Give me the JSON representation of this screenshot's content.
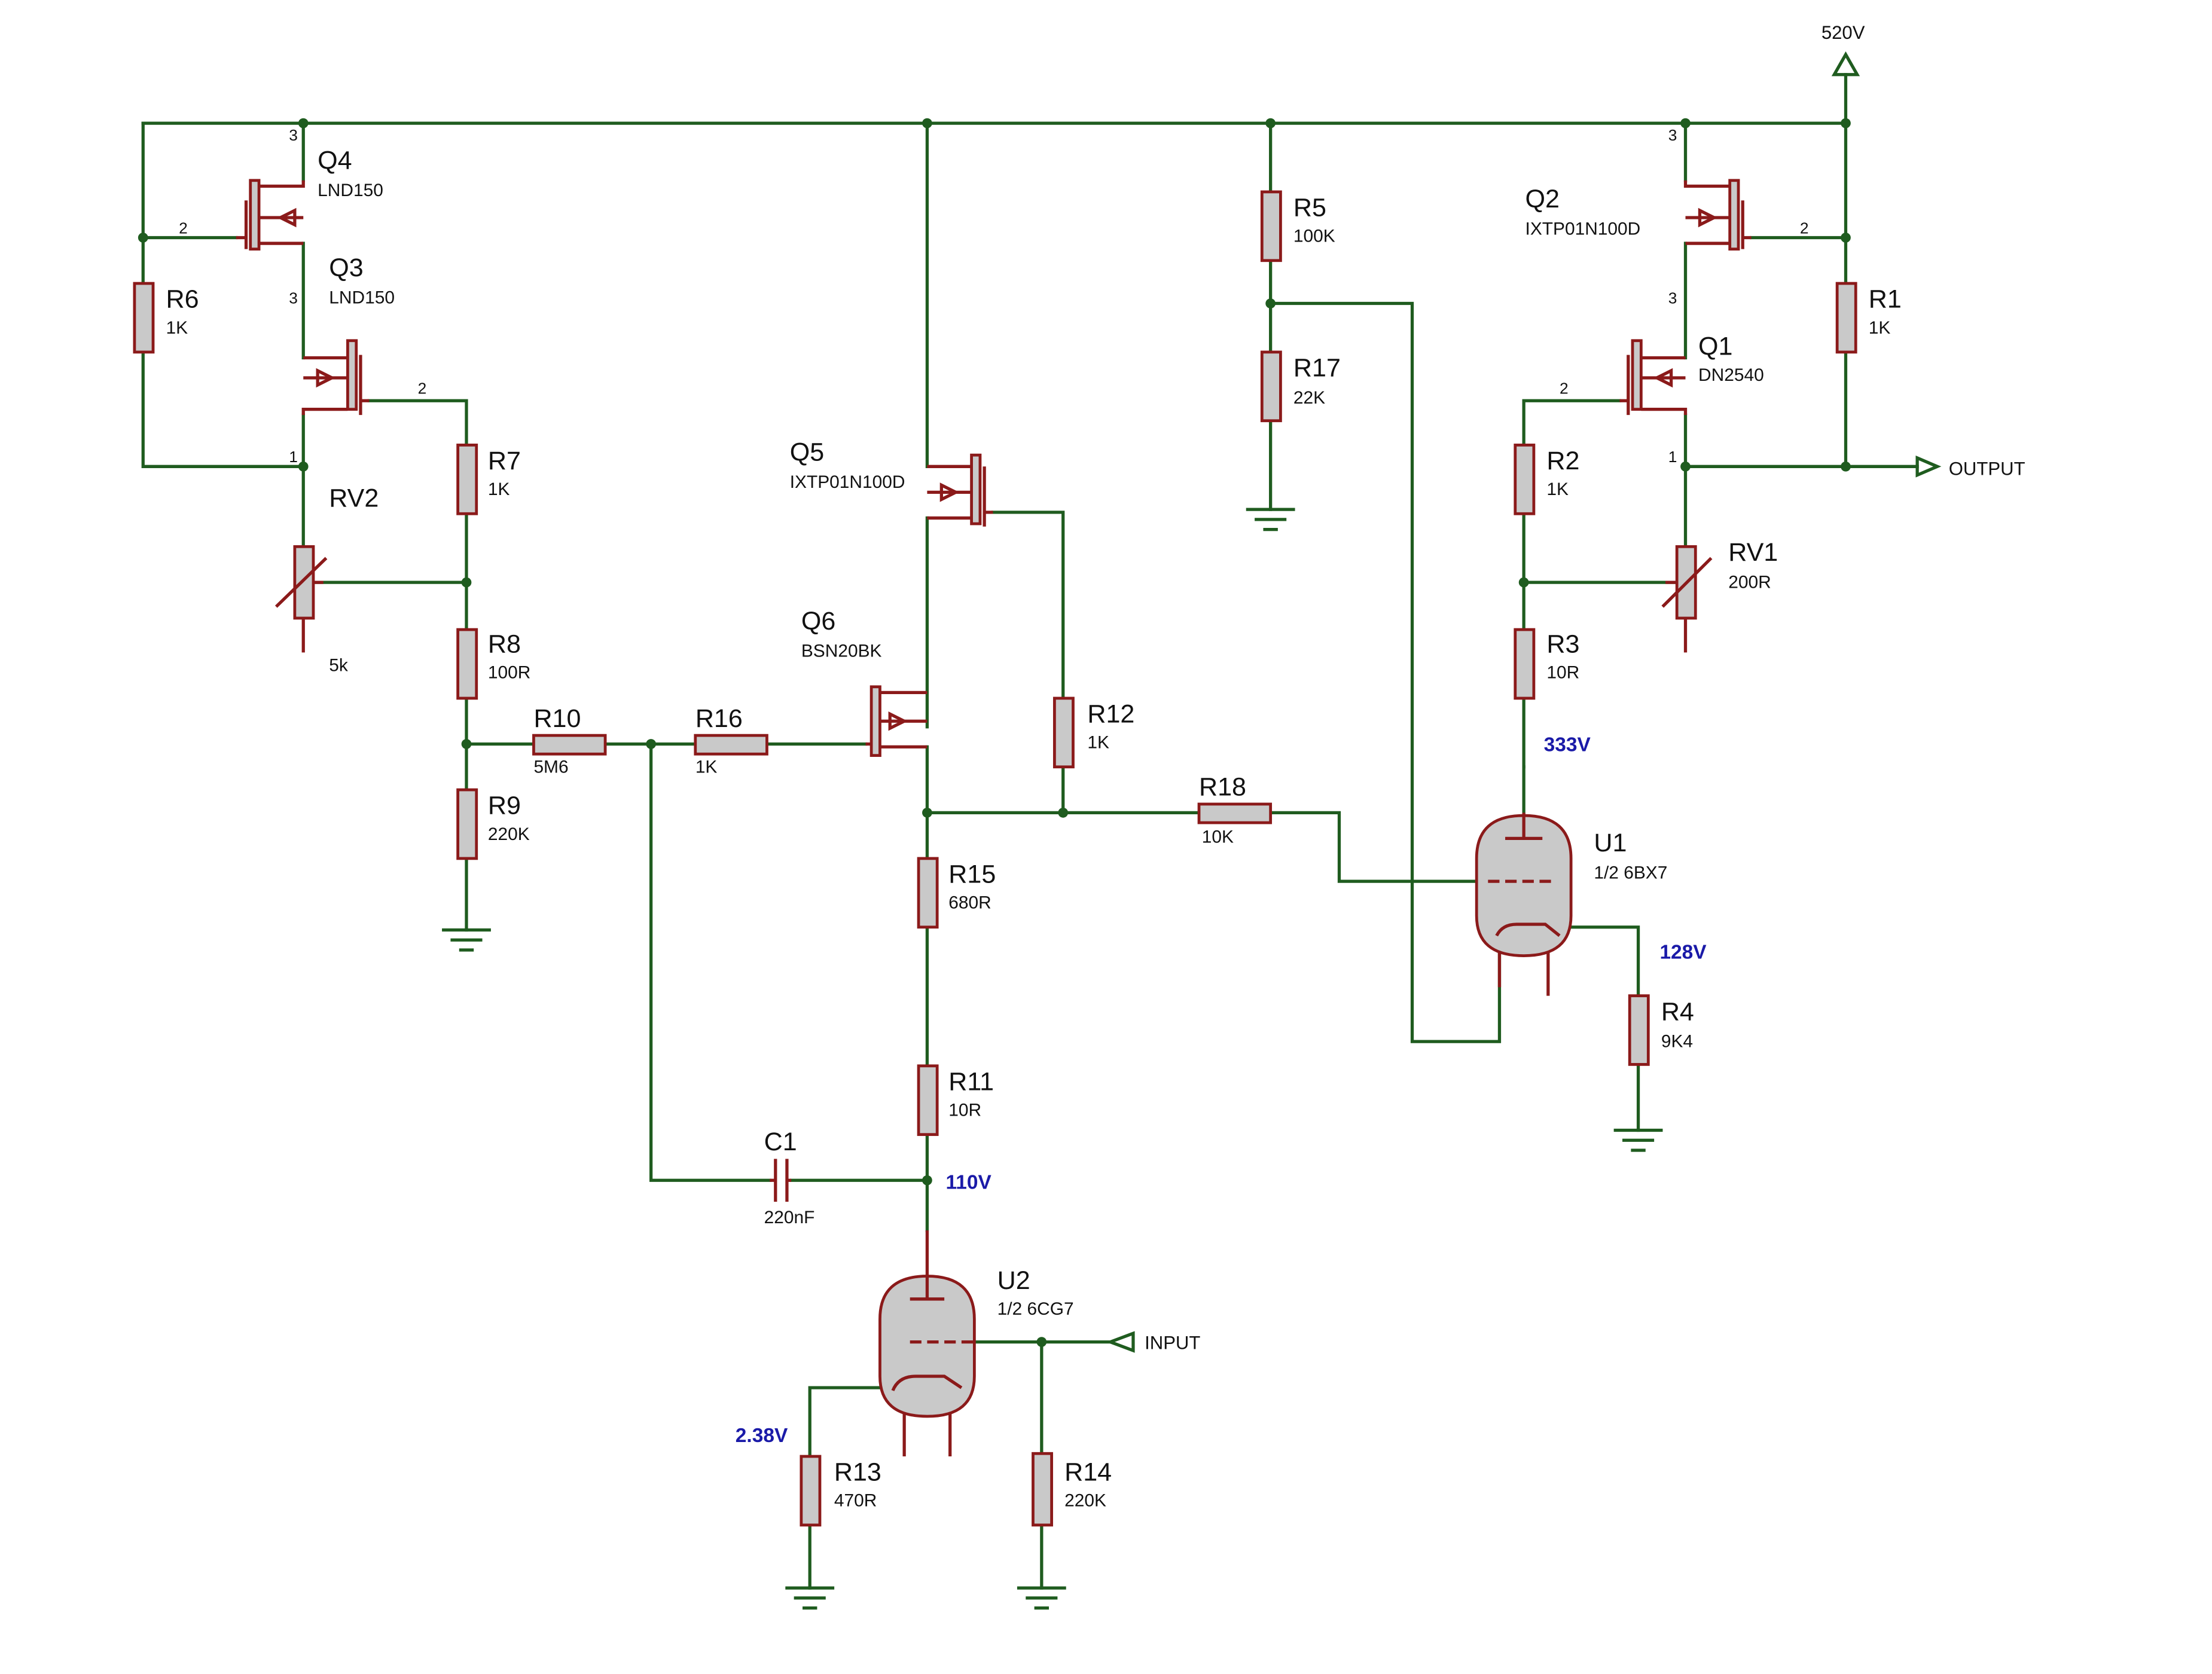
{
  "supply": {
    "label": "520V"
  },
  "ports": {
    "output": "OUTPUT",
    "input": "INPUT"
  },
  "components": {
    "Q4": {
      "ref": "Q4",
      "value": "LND150"
    },
    "Q3": {
      "ref": "Q3",
      "value": "LND150"
    },
    "Q5": {
      "ref": "Q5",
      "value": "IXTP01N100D"
    },
    "Q6": {
      "ref": "Q6",
      "value": "BSN20BK"
    },
    "Q2": {
      "ref": "Q2",
      "value": "IXTP01N100D"
    },
    "Q1": {
      "ref": "Q1",
      "value": "DN2540"
    },
    "R1": {
      "ref": "R1",
      "value": "1K"
    },
    "R2": {
      "ref": "R2",
      "value": "1K"
    },
    "R3": {
      "ref": "R3",
      "value": "10R"
    },
    "R4": {
      "ref": "R4",
      "value": "9K4"
    },
    "R5": {
      "ref": "R5",
      "value": "100K"
    },
    "R6": {
      "ref": "R6",
      "value": "1K"
    },
    "R7": {
      "ref": "R7",
      "value": "1K"
    },
    "R8": {
      "ref": "R8",
      "value": "100R"
    },
    "R9": {
      "ref": "R9",
      "value": "220K"
    },
    "R10": {
      "ref": "R10",
      "value": "5M6"
    },
    "R11": {
      "ref": "R11",
      "value": "10R"
    },
    "R12": {
      "ref": "R12",
      "value": "1K"
    },
    "R13": {
      "ref": "R13",
      "value": "470R"
    },
    "R14": {
      "ref": "R14",
      "value": "220K"
    },
    "R15": {
      "ref": "R15",
      "value": "680R"
    },
    "R16": {
      "ref": "R16",
      "value": "1K"
    },
    "R17": {
      "ref": "R17",
      "value": "22K"
    },
    "R18": {
      "ref": "R18",
      "value": "10K"
    },
    "RV1": {
      "ref": "RV1",
      "value": "200R"
    },
    "RV2": {
      "ref": "RV2",
      "value": "5k"
    },
    "C1": {
      "ref": "C1",
      "value": "220nF"
    },
    "U1": {
      "ref": "U1",
      "value": "1/2 6BX7"
    },
    "U2": {
      "ref": "U2",
      "value": "1/2 6CG7"
    }
  },
  "voltages": {
    "u1_plate": "333V",
    "u1_cathode": "128V",
    "u2_plate": "110V",
    "u2_cathode": "2.38V"
  },
  "pins": {
    "p1": "1",
    "p2": "2",
    "p3": "3"
  },
  "colors": {
    "wire": "#1f5c1f",
    "component": "#8b1a1a",
    "body": "#c9c9c9",
    "voltage": "#1a1aa8"
  }
}
